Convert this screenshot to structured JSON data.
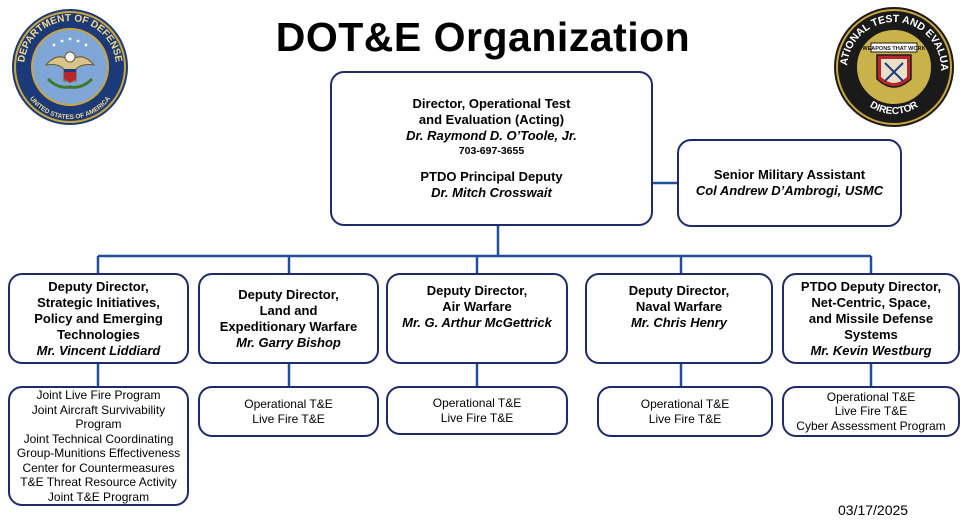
{
  "title": "DOT&E Organization",
  "date": "03/17/2025",
  "seals": {
    "dod": {
      "top_text": "DEPARTMENT OF DEFENSE",
      "bottom_text": "UNITED STATES OF AMERICA"
    },
    "dote": {
      "top_text": "OPERATIONAL TEST AND EVALUATION",
      "bottom_text": "DIRECTOR",
      "banner": "WEAPONS THAT WORK"
    }
  },
  "director": {
    "title_line1": "Director, Operational Test",
    "title_line2": "and Evaluation (Acting)",
    "name": "Dr. Raymond D. O’Toole, Jr.",
    "phone": "703-697-3655",
    "deputy_title": "PTDO Principal Deputy",
    "deputy_name": "Dr. Mitch Crosswait"
  },
  "military_assistant": {
    "title": "Senior Military Assistant",
    "name": "Col Andrew D’Ambrogi, USMC"
  },
  "deputies": [
    {
      "title_lines": [
        "Deputy Director,",
        "Strategic Initiatives,",
        "Policy and Emerging",
        "Technologies"
      ],
      "name": "Mr. Vincent Liddiard",
      "programs": [
        "Joint Live Fire Program",
        "Joint Aircraft Survivability",
        "Program",
        "Joint Technical Coordinating",
        "Group-Munitions Effectiveness",
        "Center for Countermeasures",
        "T&E Threat Resource Activity",
        "Joint T&E Program"
      ]
    },
    {
      "title_lines": [
        "Deputy Director,",
        "Land and",
        "Expeditionary Warfare"
      ],
      "name": "Mr. Garry Bishop",
      "programs": [
        "Operational T&E",
        "Live Fire T&E"
      ]
    },
    {
      "title_lines": [
        "Deputy Director,",
        "Air Warfare"
      ],
      "name": "Mr. G. Arthur McGettrick",
      "programs": [
        "Operational T&E",
        "Live Fire T&E"
      ]
    },
    {
      "title_lines": [
        "Deputy Director,",
        "Naval Warfare"
      ],
      "name": "Mr. Chris Henry",
      "programs": [
        "Operational T&E",
        "Live Fire T&E"
      ]
    },
    {
      "title_lines": [
        "PTDO Deputy Director,",
        "Net-Centric, Space,",
        "and Missile Defense",
        "Systems"
      ],
      "name": "Mr. Kevin Westburg",
      "programs": [
        "Operational T&E",
        "Live Fire T&E",
        "Cyber Assessment Program"
      ]
    }
  ],
  "colors": {
    "line": "#1f4e9c",
    "border": "#1f2a6b"
  }
}
